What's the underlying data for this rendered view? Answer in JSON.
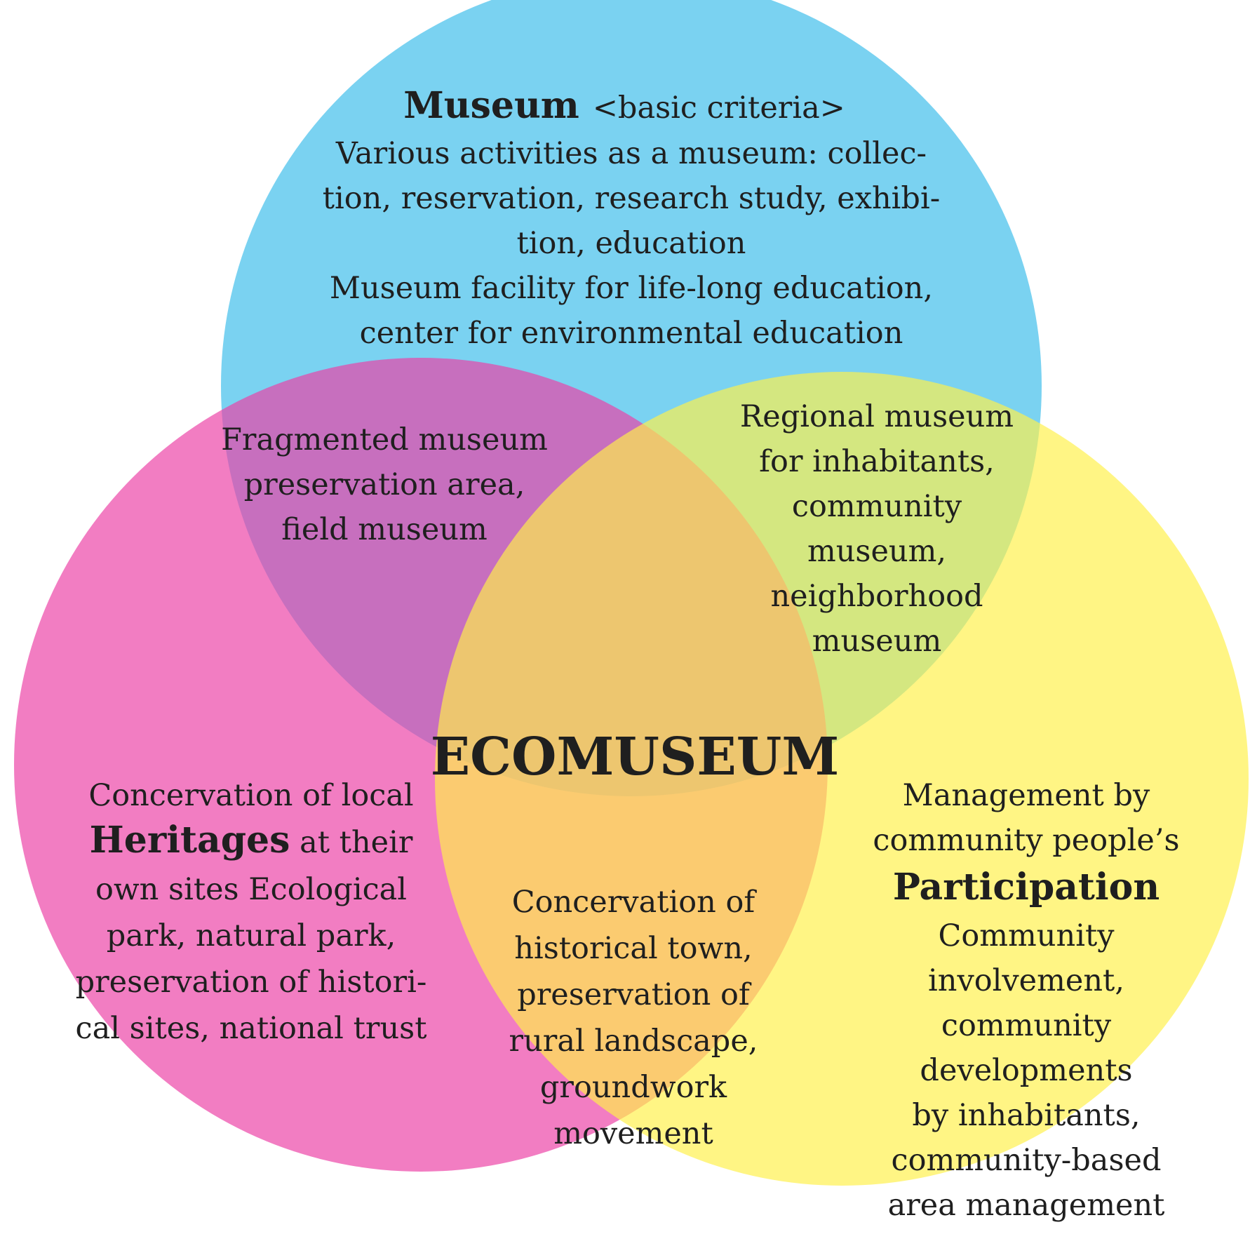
{
  "colors": {
    "museum": "#29b6e8",
    "heritage": "#ec3fa5",
    "participation": "#fff04a",
    "ecomuseum_label": "#cc1f2e",
    "text": "#1f1f1f",
    "background": "#ffffff"
  },
  "sets": {
    "museum": {
      "title": "Museum",
      "subtitle": "<basic criteria>",
      "lines": [
        "Various activities as a museum: collec-",
        "tion, reservation, research study, exhibi-",
        "tion, education",
        "Museum facility for life-long education,",
        "center for environmental education"
      ]
    },
    "heritage": {
      "line1": "Concervation of local",
      "bold": "Heritages",
      "line2_rest": " at their",
      "lines": [
        "own sites Ecological",
        "park, natural park,",
        "preservation of histori-",
        "cal sites, national trust"
      ]
    },
    "participation": {
      "lines_before": [
        "Management by",
        "community people’s"
      ],
      "bold": "Participation",
      "lines_after": [
        "Community",
        "involvement,",
        "community",
        "developments",
        "by inhabitants,",
        "community-based",
        "area management"
      ]
    }
  },
  "overlaps": {
    "museum_heritage": [
      "Fragmented museum",
      "preservation area,",
      "field museum"
    ],
    "museum_participation": [
      "Regional museum",
      "for inhabitants,",
      "community",
      "museum,",
      "neighborhood",
      "museum"
    ],
    "heritage_participation": [
      "Concervation of",
      "historical town,",
      "preservation of",
      "rural landscape,",
      "groundwork",
      "movement"
    ],
    "center": "ECOMUSEUM"
  }
}
